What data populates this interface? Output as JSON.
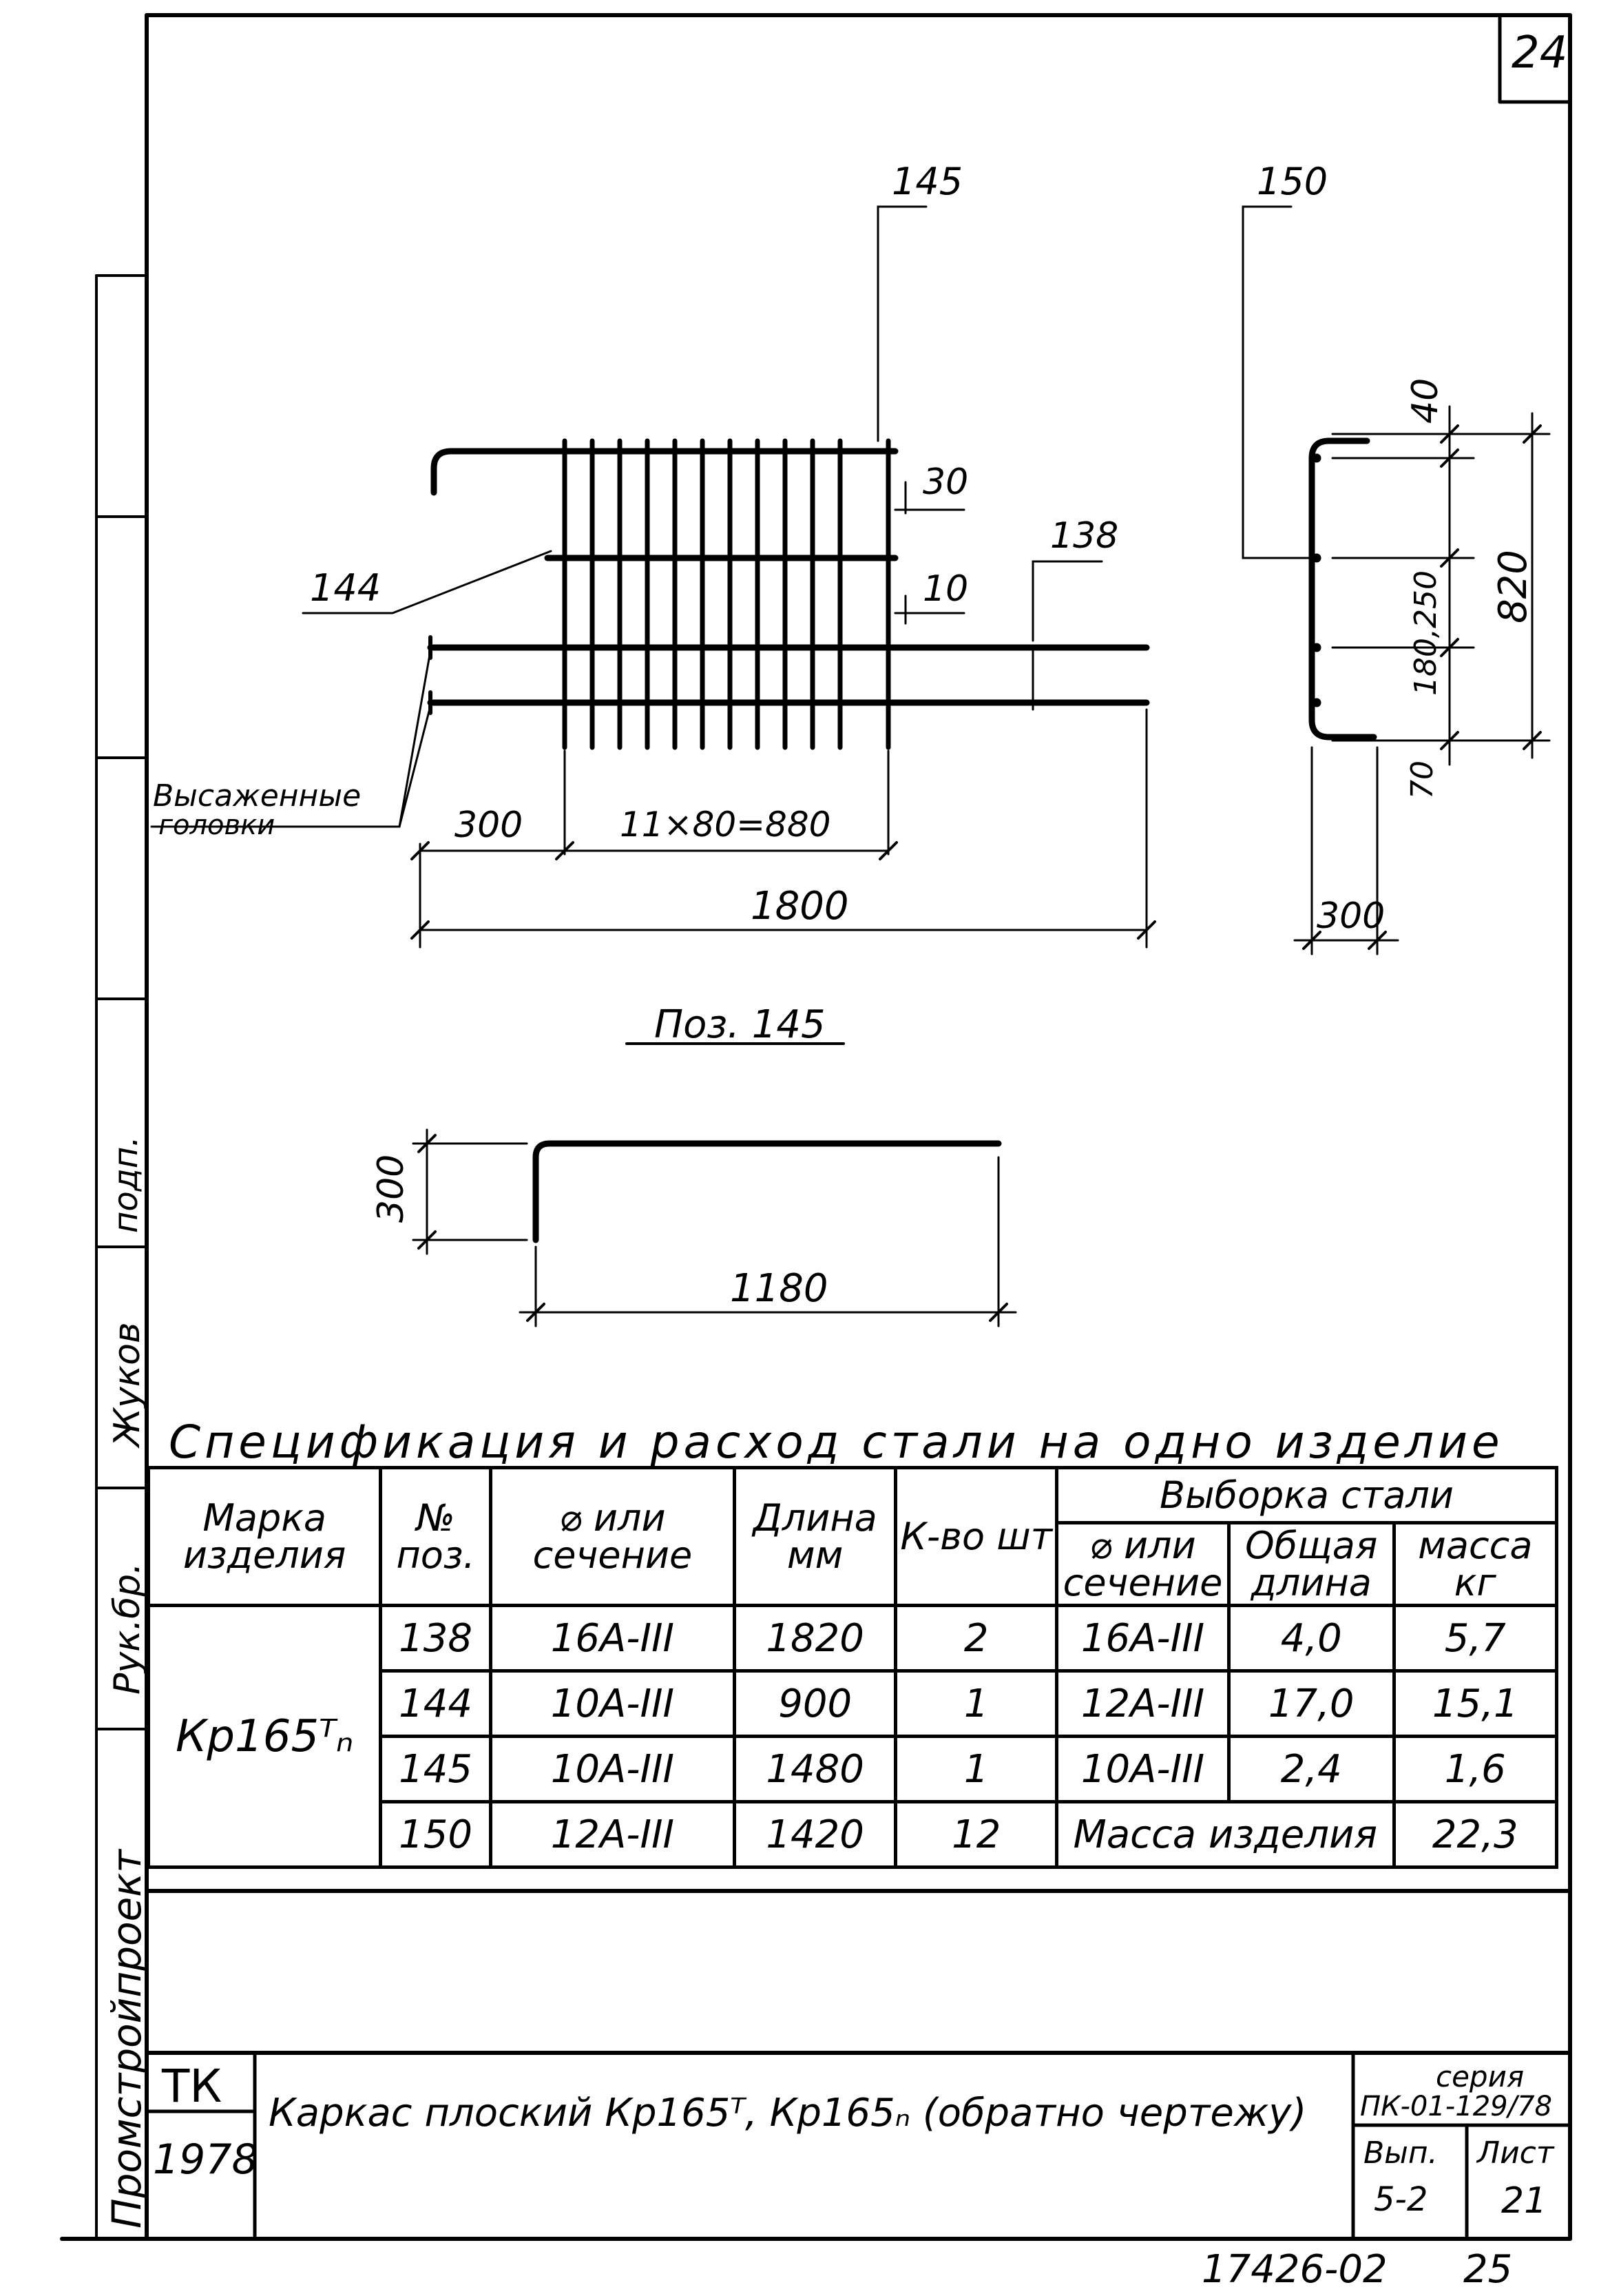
{
  "sheet_number": "24",
  "drawing": {
    "labels": {
      "pos145_top": "145",
      "pos150_top": "150",
      "dim_30": "30",
      "dim_138": "138",
      "dim_10": "10",
      "pos144": "144",
      "bent_heads_line1": "Высаженные",
      "bent_heads_line2": "головки",
      "dim_300_left": "300",
      "dim_spacing": "11×80=880",
      "dim_1800": "1800",
      "dim_40": "40",
      "dim_820": "820",
      "dim_180_250": "180,250",
      "dim_70": "70",
      "dim_300_side": "300",
      "section_title": "Поз. 145",
      "dim_300_vert": "300",
      "dim_1180": "1180"
    }
  },
  "spec_title": "Спецификация и расход стали на одно изделие",
  "spec_table": {
    "headers": {
      "mark": "Марка изделия",
      "pos": "№ поз.",
      "dia": "⌀ или сечение",
      "length": "Длина мм",
      "count": "К-во шт",
      "selection": "Выборка стали",
      "sel_dia": "⌀ или сечение",
      "sel_total": "Общая длина",
      "sel_mass": "масса кг"
    },
    "mark_value": "Кр165ᵀₙ",
    "rows": [
      {
        "pos": "138",
        "dia": "16A-III",
        "length": "1820",
        "count": "2",
        "sel_dia": "16A-III",
        "sel_total": "4,0",
        "sel_mass": "5,7"
      },
      {
        "pos": "144",
        "dia": "10A-III",
        "length": "900",
        "count": "1",
        "sel_dia": "12A-III",
        "sel_total": "17,0",
        "sel_mass": "15,1"
      },
      {
        "pos": "145",
        "dia": "10A-III",
        "length": "1480",
        "count": "1",
        "sel_dia": "10A-III",
        "sel_total": "2,4",
        "sel_mass": "1,6"
      },
      {
        "pos": "150",
        "dia": "12A-III",
        "length": "1420",
        "count": "12",
        "mass_label": "Масса изделия",
        "mass_value": "22,3"
      }
    ]
  },
  "title_block": {
    "org": "ТК",
    "year": "1978",
    "title": "Каркас плоский Кр165ᵀ, Кр165ₙ (обратно чертежу)",
    "series_label": "серия",
    "series_value": "ПК-01-129/78",
    "issue_label": "Вып.",
    "issue_value": "5-2",
    "sheet_label": "Лист",
    "sheet_value": "21"
  },
  "side_stamp": {
    "org": "Промстройпроект",
    "role1": "Рук.бр.",
    "name1": "Жуков",
    "sign": "подп."
  },
  "footer": {
    "doc_number": "17426-02",
    "page": "25"
  }
}
